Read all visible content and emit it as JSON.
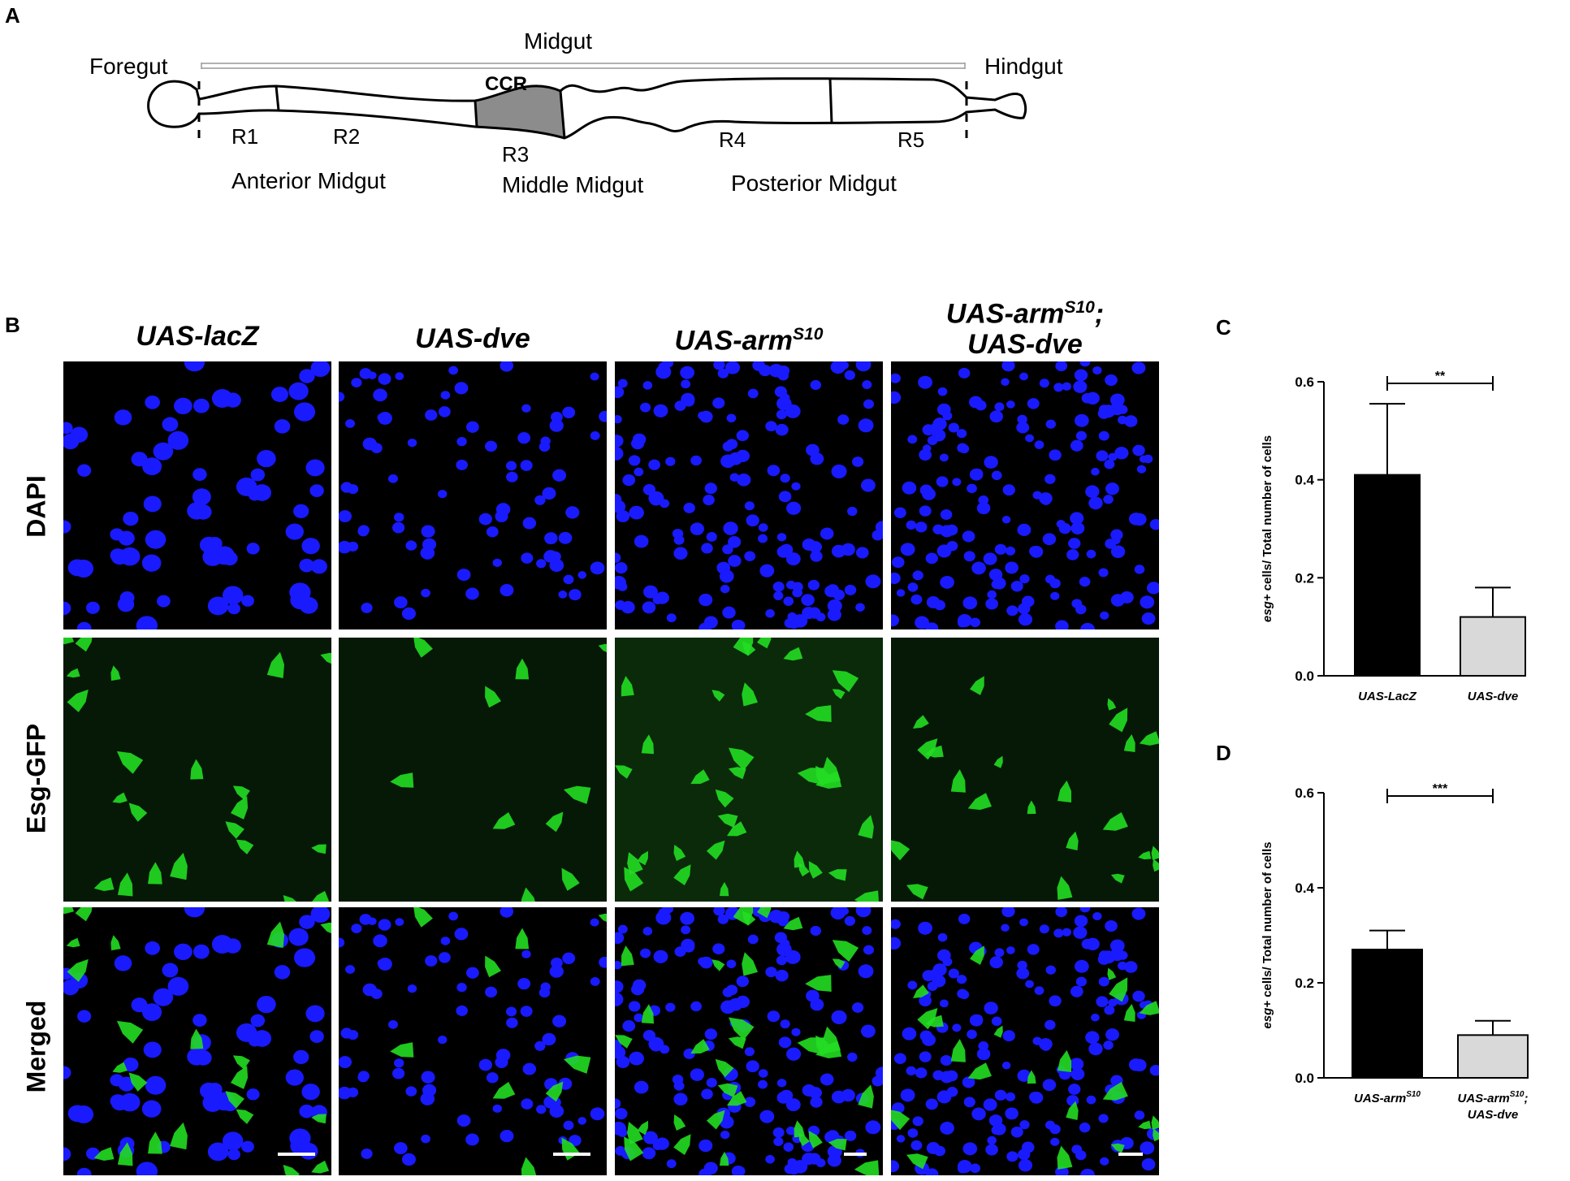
{
  "panel_a": {
    "letter": "A",
    "labels": {
      "midgut": "Midgut",
      "foregut": "Foregut",
      "hindgut": "Hindgut",
      "ccr": "CCR",
      "r1": "R1",
      "r2": "R2",
      "r3": "R3",
      "r4": "R4",
      "r5": "R5",
      "anterior": "Anterior Midgut",
      "middle": "Middle Midgut",
      "posterior": "Posterior Midgut"
    },
    "ccr_fill_color": "#8c8c8c"
  },
  "panel_b": {
    "letter": "B",
    "columns": [
      {
        "label": "UAS-lacZ",
        "sup": "",
        "line2": ""
      },
      {
        "label": "UAS-dve",
        "sup": "",
        "line2": ""
      },
      {
        "label": "UAS-arm",
        "sup": "S10",
        "line2": ""
      },
      {
        "label": "UAS-arm",
        "sup": "S10",
        "suffix": ";",
        "line2": "UAS-dve"
      }
    ],
    "rows": [
      "DAPI",
      "Esg-GFP",
      "Merged"
    ],
    "colors": {
      "dapi": "#1a1aff",
      "gfp": "#22dd22",
      "background": "#000000"
    }
  },
  "chart_data": [
    {
      "panel": "C",
      "type": "bar",
      "categories": [
        "UAS-LacZ",
        "UAS-dve"
      ],
      "values": [
        0.41,
        0.12
      ],
      "errors": [
        0.145,
        0.06
      ],
      "ylabel_pre": "esg+",
      "ylabel_post": " cells/ Total number of cells",
      "ylim": [
        0,
        0.6
      ],
      "yticks": [
        "0.0",
        "0.2",
        "0.4",
        "0.6"
      ],
      "bar_colors": [
        "#000000",
        "#d9d9d9"
      ],
      "significance": "**"
    },
    {
      "panel": "D",
      "type": "bar",
      "categories": [
        "UAS-armS10",
        "UAS-armS10; UAS-dve"
      ],
      "category_labels": [
        {
          "base": "UAS-arm",
          "sup": "S10",
          "suffix": "",
          "line2": ""
        },
        {
          "base": "UAS-arm",
          "sup": "S10",
          "suffix": ";",
          "line2": "UAS-dve"
        }
      ],
      "values": [
        0.27,
        0.09
      ],
      "errors": [
        0.04,
        0.03
      ],
      "ylabel_pre": "esg+",
      "ylabel_post": " cells/ Total number of cells",
      "ylim": [
        0,
        0.6
      ],
      "yticks": [
        "0.0",
        "0.2",
        "0.4",
        "0.6"
      ],
      "bar_colors": [
        "#000000",
        "#d9d9d9"
      ],
      "significance": "***"
    }
  ]
}
